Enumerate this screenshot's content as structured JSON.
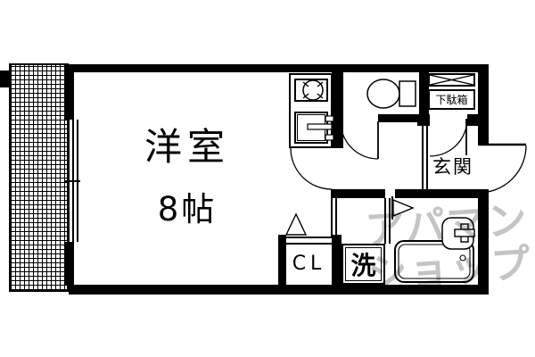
{
  "rooms": {
    "main_room": {
      "label": "洋室",
      "size": "8帖"
    },
    "closet": {
      "label": "CL"
    },
    "laundry": {
      "label": "洗"
    },
    "shoe_box": {
      "label": "下駄箱"
    },
    "entrance": {
      "label": "玄関"
    }
  },
  "watermark": {
    "line1": "アパマン",
    "line2": "ショップ"
  },
  "fixtures": [
    "balcony-hatch",
    "sliding-window",
    "kitchen-stove-icon",
    "kitchen-sink-icon",
    "toilet-icon",
    "bathtub-icon",
    "wash-basin-icon",
    "washing-machine-space",
    "folding-door-icon",
    "closet-door-triangle-icon",
    "room-door-arc",
    "toilet-door-arc",
    "entrance-inner-door-arc",
    "entrance-door-arc",
    "shoe-counter-x-box"
  ],
  "colors": {
    "wall": "#000000",
    "background": "#ffffff",
    "watermark": "#c4c4c4"
  }
}
